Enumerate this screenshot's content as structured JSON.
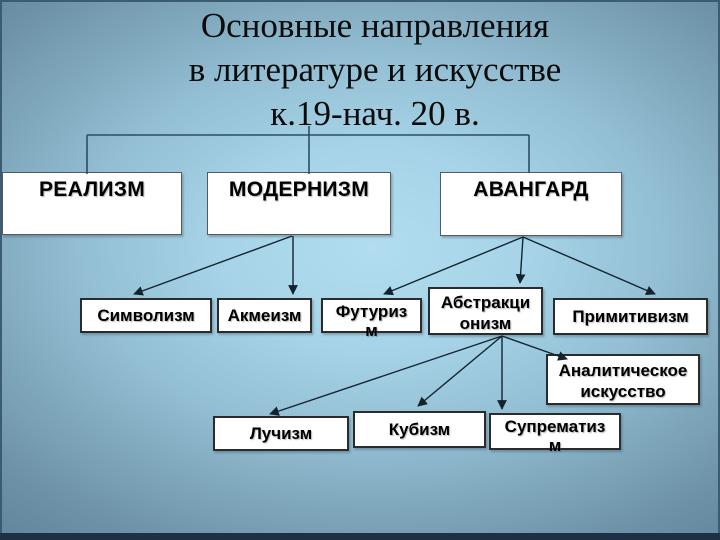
{
  "slide": {
    "title": {
      "line1": "Основные направления",
      "line2": "в литературе и искусстве",
      "line3": "к.19-нач. 20 в."
    }
  },
  "nodes": {
    "realizm": {
      "label": "РЕАЛИЗМ"
    },
    "modernizm": {
      "label": "МОДЕРНИЗМ"
    },
    "avangard": {
      "label": "АВАНГАРД"
    },
    "simvolizm": {
      "label": "Символизм"
    },
    "akmeizm": {
      "label": "Акмеизм"
    },
    "futurizm": {
      "label": "Футуризм",
      "line1": "Футуриз",
      "line2": "м"
    },
    "abstrakcionizm": {
      "label": "Абстракционизм",
      "line1": "Абстракци",
      "line2": "онизм"
    },
    "primitivizm": {
      "label": "Примитивизм"
    },
    "analiticheskoe": {
      "label": "Аналитическое искусство",
      "line1": "Аналитическое",
      "line2": "искусство"
    },
    "luchizm": {
      "label": "Лучизм"
    },
    "kubizm": {
      "label": "Кубизм"
    },
    "suprematizm": {
      "label": "Супрематизм",
      "line1": "Супрематиз",
      "line2": "м"
    }
  },
  "hierarchy": {
    "РЕАЛИЗМ": [],
    "МОДЕРНИЗМ": [
      "Символизм",
      "Акмеизм"
    ],
    "АВАНГАРД": [
      "Футуризм",
      "Абстракционизм",
      "Примитивизм"
    ],
    "Абстракционизм": [
      "Лучизм",
      "Кубизм",
      "Супрематизм",
      "Аналитическое искусство"
    ]
  },
  "colors": {
    "background_center": "#b2ddf0",
    "background_edge": "#64889d",
    "frame_edge": "#3a5d72",
    "bottom_bar": "#1c3143",
    "box_background": "#ffffff",
    "box_border": "#2b2b2b",
    "bracket_line": "#2c4d63",
    "arrow_line": "#13242f",
    "title_text": "#0b0b0b",
    "box_text": "#000000"
  }
}
